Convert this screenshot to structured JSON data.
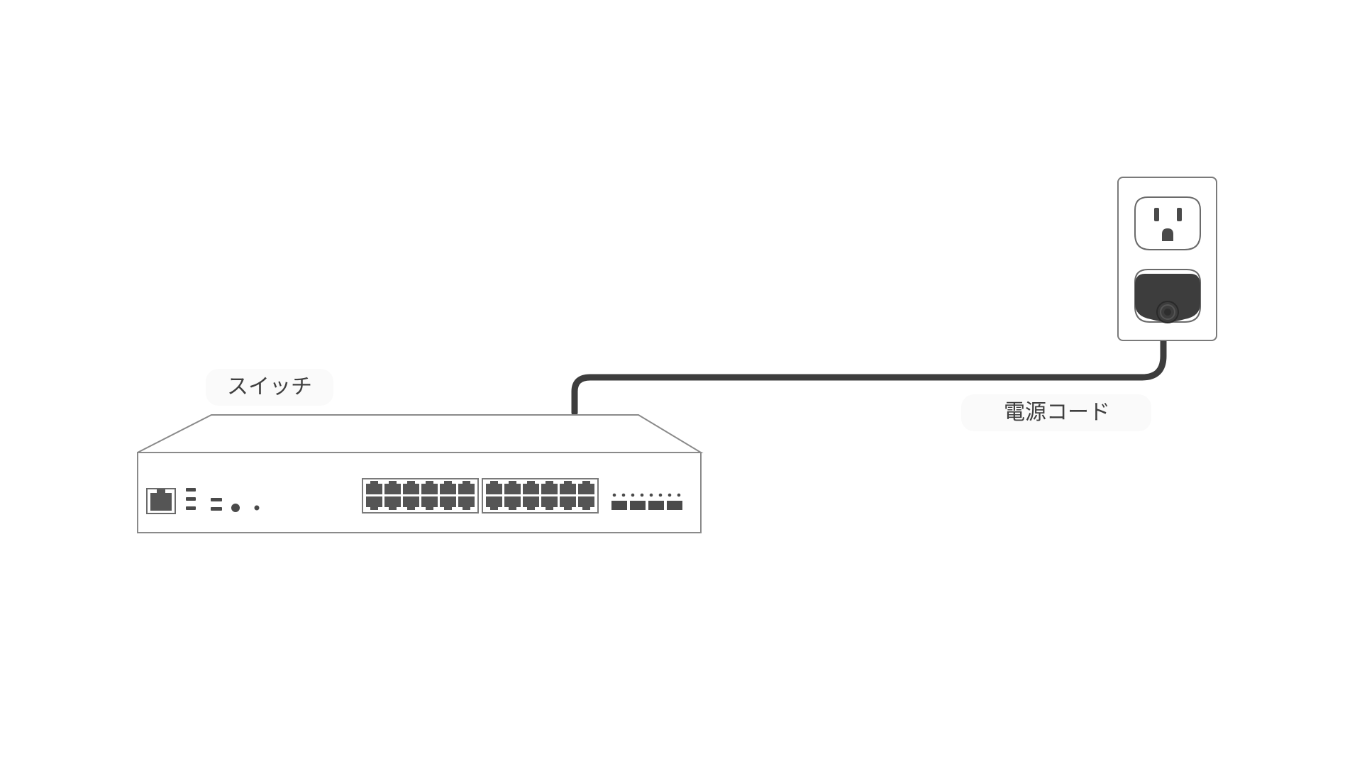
{
  "labels": {
    "switch": "スイッチ",
    "power_cord": "電源コード"
  },
  "colors": {
    "outline": "#7a7a7a",
    "device_fill": "#ffffff",
    "cord": "#3d3d3d",
    "plug": "#3d3d3d",
    "label_text": "#3f3f3f"
  },
  "icons": {
    "switch": "network-switch-icon",
    "outlet": "power-outlet-icon",
    "plug": "power-plug-icon",
    "cord": "power-cord-line"
  }
}
